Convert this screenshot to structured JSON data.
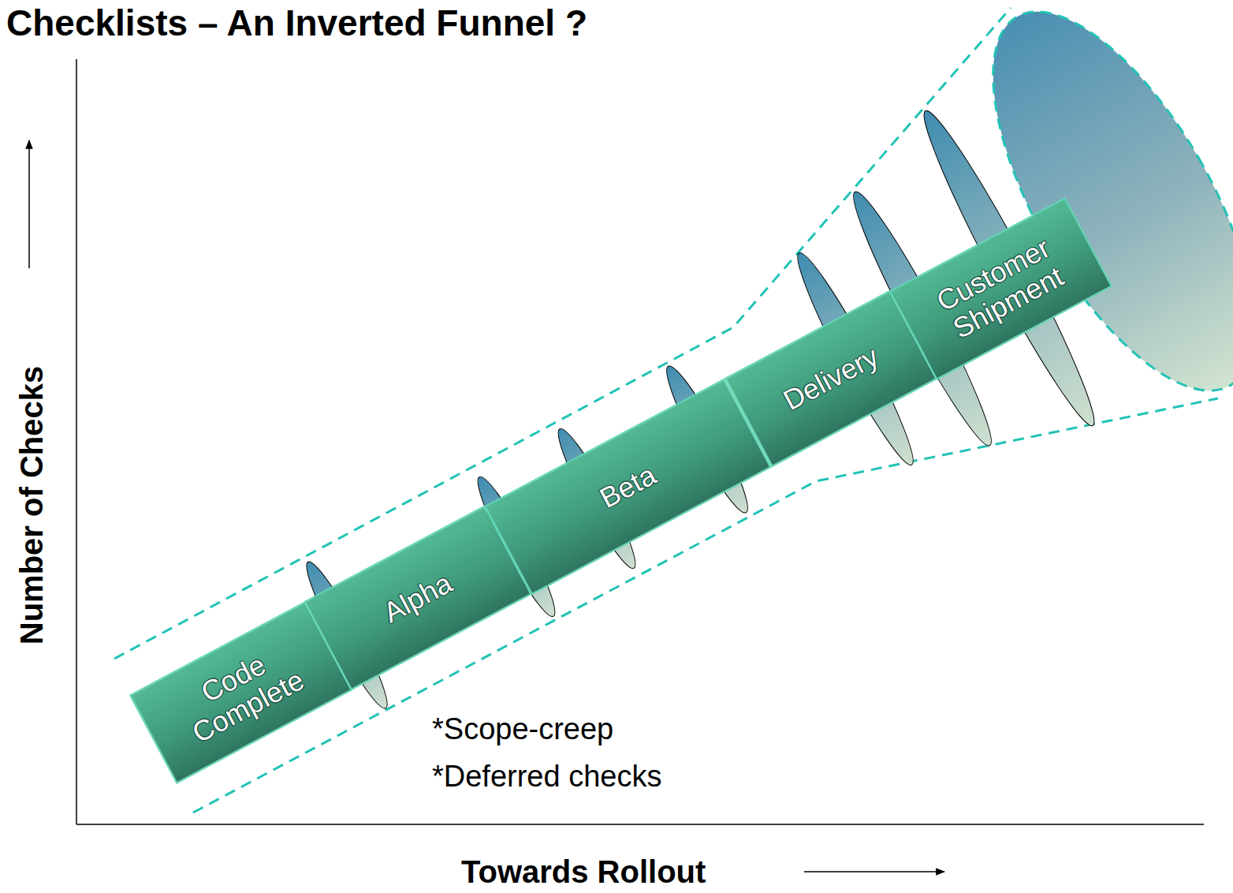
{
  "diagram": {
    "title": "Checklists – An Inverted Funnel ?",
    "nodes": [
      {
        "text": [
          "Code Complete"
        ]
      },
      {
        "text": [
          "Alpha"
        ]
      },
      {
        "text": [
          "Beta"
        ]
      },
      {
        "text": [
          "Delivery"
        ]
      },
      {
        "text": [
          "Customer Shipment"
        ]
      }
    ],
    "labels": [
      "*Scope-creep",
      "*Deferred checks",
      "Number of Checks",
      "Towards Rollout"
    ]
  }
}
